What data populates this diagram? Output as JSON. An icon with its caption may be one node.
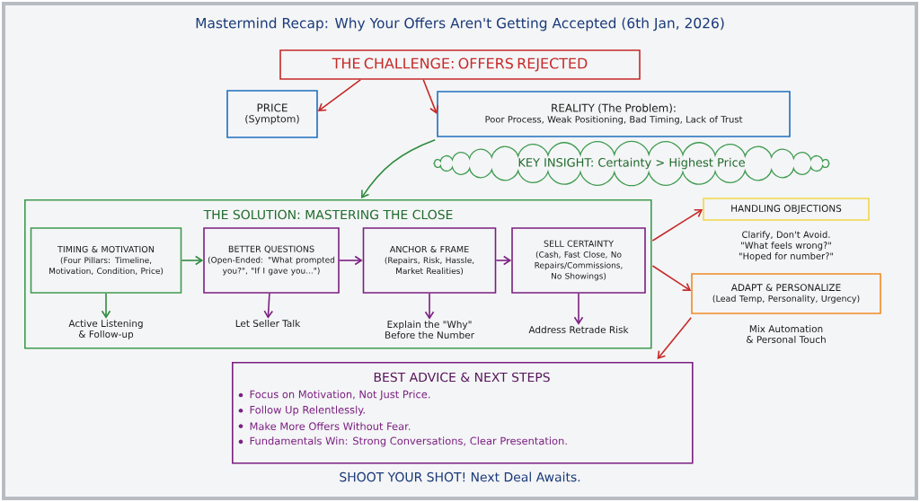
{
  "diagram": {
    "title": "Mastermind Recap: Why Your Offers Aren't Getting Accepted (6th Jan, 2026)",
    "nodes": [
      {
        "text": [
          "THE CHALLENGE: OFFERS REJECTED"
        ]
      },
      {
        "text": [
          "PRICE",
          "(Symptom)"
        ]
      },
      {
        "text": [
          "REALITY (The Problem):",
          "Poor Process, Weak Positioning, Bad Timing, Lack of Trust"
        ]
      },
      {
        "text": [
          "KEY INSIGHT: Certainty > Highest Price"
        ]
      },
      {
        "text": [
          "THE SOLUTION: MASTERING THE CLOSE"
        ]
      },
      {
        "text": [
          "TIMING & MOTIVATION",
          "(Four Pillars: Timeline, Motivation, Condition, Price)"
        ],
        "in": 4
      },
      {
        "text": [
          "Active Listening & Follow-up"
        ],
        "in": 4
      },
      {
        "text": [
          "BETTER QUESTIONS",
          "(Open-Ended: \"What prompted you?\", \"If I gave you...\")"
        ],
        "in": 4
      },
      {
        "text": [
          "Let Seller Talk"
        ],
        "in": 4
      },
      {
        "text": [
          "ANCHOR & FRAME",
          "(Repairs, Risk, Hassle, Market Realities)"
        ],
        "in": 4
      },
      {
        "text": [
          "Explain the \"Why\" Before the Number"
        ],
        "in": 4
      },
      {
        "text": [
          "SELL CERTAINTY",
          "(Cash, Fast Close, No Repairs/Commissions, No Showings)"
        ],
        "in": 4
      },
      {
        "text": [
          "Address Retrade Risk"
        ],
        "in": 4
      },
      {
        "text": [
          "HANDLING OBJECTIONS"
        ],
        "beside": [
          "Clarify, Don't Avoid.",
          "\"What feels wrong?\"",
          "\"Hoped for number?\""
        ]
      },
      {
        "text": [
          "ADAPT & PERSONALIZE",
          "(Lead Temp, Personality, Urgency)"
        ],
        "beside": [
          "Mix Automation & Personal Touch"
        ]
      },
      {
        "text": [
          "BEST ADVICE & NEXT STEPS",
          "Focus on Motivation, Not Just Price.",
          "Follow Up Relentlessly.",
          "Make More Offers Without Fear.",
          "Fundamentals Win: Strong Conversations, Clear Presentation."
        ]
      }
    ],
    "edges": [
      {
        "from": 0,
        "to": 1,
        "arrow": "to",
        "color": "#c62828"
      },
      {
        "from": 0,
        "to": 2,
        "arrow": "to",
        "color": "#c62828"
      },
      {
        "from": 2,
        "to": 4,
        "arrow": "to",
        "color": "#2e8b3e"
      },
      {
        "from": 5,
        "to": 7,
        "arrow": "to",
        "color": "#2e8b3e"
      },
      {
        "from": 7,
        "to": 9,
        "arrow": "to"
      },
      {
        "from": 9,
        "to": 11,
        "arrow": "to"
      },
      {
        "from": 5,
        "to": 6,
        "arrow": "to",
        "color": "#2e8b3e"
      },
      {
        "from": 7,
        "to": 8,
        "arrow": "to"
      },
      {
        "from": 9,
        "to": 10,
        "arrow": "to"
      },
      {
        "from": 11,
        "to": 12,
        "arrow": "to"
      },
      {
        "from": 4,
        "to": 13,
        "arrow": "to",
        "color": "#c62828"
      },
      {
        "from": 4,
        "to": 14,
        "arrow": "to",
        "color": "#c62828"
      },
      {
        "from": 14,
        "to": 15,
        "arrow": "to",
        "color": "#c62828"
      }
    ],
    "labels": [
      "SHOOT YOUR SHOT! Next Deal Awaits."
    ]
  }
}
